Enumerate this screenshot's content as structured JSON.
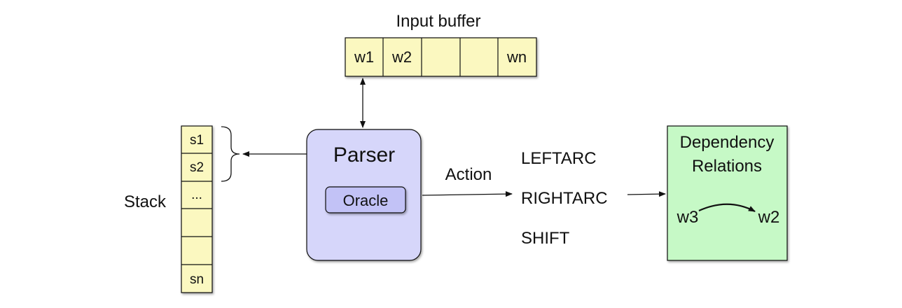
{
  "input_buffer": {
    "title": "Input buffer",
    "cells": [
      "w1",
      "w2",
      "",
      "",
      "wn"
    ]
  },
  "stack": {
    "label": "Stack",
    "cells": [
      "s1",
      "s2",
      "...",
      "",
      "",
      "sn"
    ]
  },
  "parser": {
    "title": "Parser",
    "oracle_label": "Oracle"
  },
  "action": {
    "label": "Action",
    "options": [
      "LEFTARC",
      "RIGHTARC",
      "SHIFT"
    ]
  },
  "relations": {
    "title_line1": "Dependency",
    "title_line2": "Relations",
    "head": "w3",
    "dependent": "w2"
  },
  "colors": {
    "cell_fill": "#fbf8c0",
    "parser_fill": "#d6d6fa",
    "oracle_fill": "#c2c2f6",
    "relations_fill": "#c6f9c6"
  }
}
